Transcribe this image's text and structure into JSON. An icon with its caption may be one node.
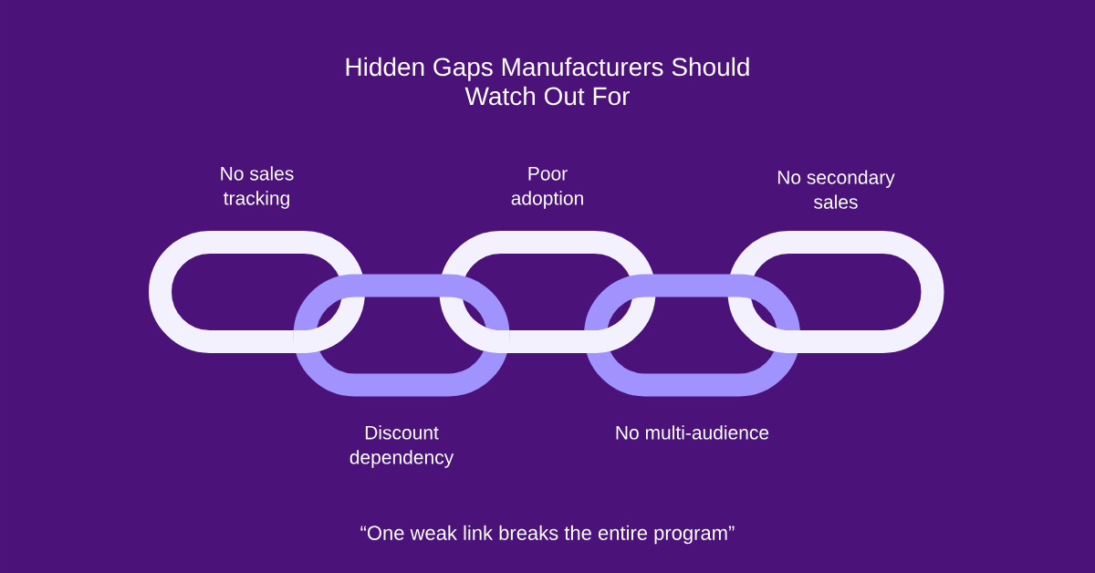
{
  "diagram": {
    "title": "Hidden Gaps Manufacturers Should Watch Out For",
    "caption": "“One weak link breaks the entire program”",
    "nodes": [
      {
        "text": [
          "No sales tracking"
        ]
      },
      {
        "text": [
          "Discount dependency"
        ]
      },
      {
        "text": [
          "Poor adoption"
        ]
      },
      {
        "text": [
          "No multi-audience"
        ]
      },
      {
        "text": [
          "No secondary sales"
        ]
      }
    ]
  }
}
